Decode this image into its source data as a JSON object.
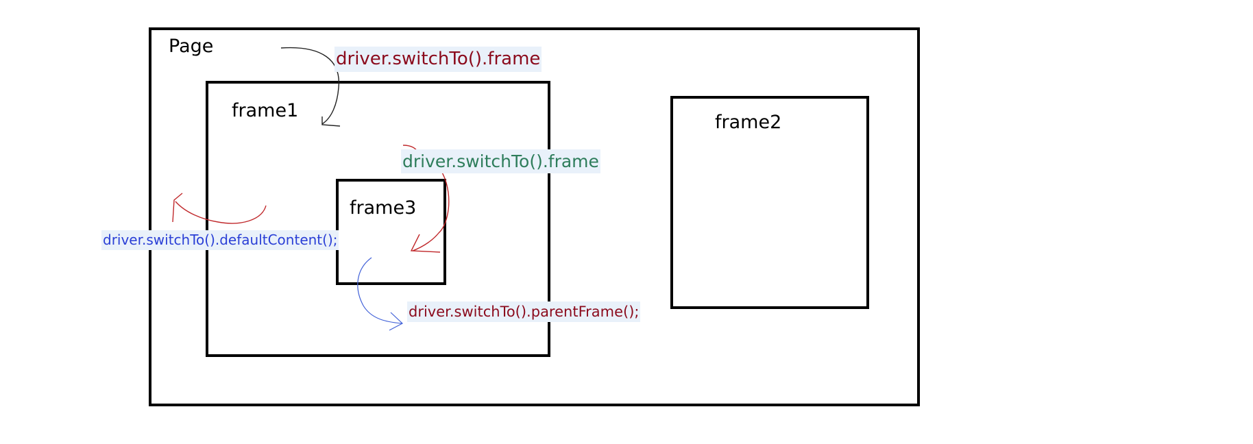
{
  "boxes": {
    "page": "Page",
    "frame1": "frame1",
    "frame2": "frame2",
    "frame3": "frame3"
  },
  "annotations": {
    "switch_to_frame_outer": "driver.switchTo().frame",
    "switch_to_frame_inner": "driver.switchTo().frame",
    "default_content": "driver.switchTo().defaultContent();",
    "parent_frame": "driver.switchTo().parentFrame();"
  },
  "colors": {
    "box_stroke": "#000000",
    "highlight_bg": "#e9f1fa",
    "dark_red": "#8b0a1c",
    "green": "#2e7d5b",
    "blue": "#2a3fd6",
    "arrow_black": "#222222",
    "arrow_red": "#c0282b",
    "arrow_blue": "#4060d8"
  }
}
